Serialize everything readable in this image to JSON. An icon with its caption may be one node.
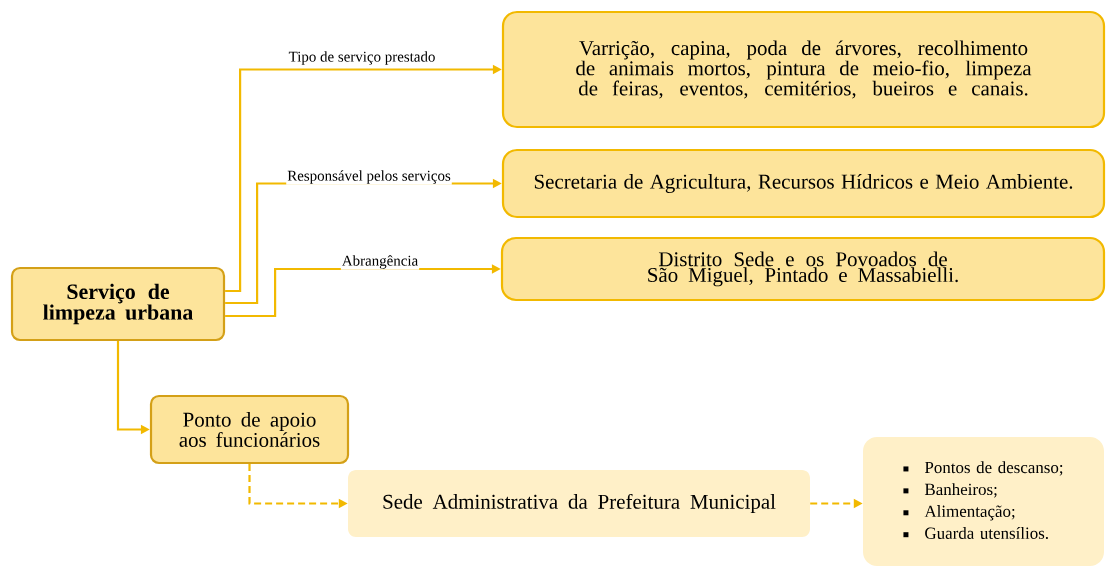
{
  "diagram": {
    "nodes": [
      {
        "text": [
          "Serviço de limpeza urbana"
        ]
      },
      {
        "text": [
          "Varrição, capina, poda de árvores, recolhimento de animais mortos, pintura de meio-fio, limpeza de feiras, eventos, cemitérios, bueiros e canais."
        ]
      },
      {
        "text": [
          "Secretaria de Agricultura, Recursos Hídricos e Meio Ambiente."
        ]
      },
      {
        "text": [
          "Distrito Sede e os Povoados de São Miguel, Pintado e Massabielli."
        ]
      },
      {
        "text": [
          "Ponto de apoio aos funcionários"
        ]
      },
      {
        "text": [
          "Sede Administrativa da Prefeitura Municipal"
        ]
      },
      {
        "text": [
          "Pontos de descanso;",
          "Banheiros;",
          "Alimentação;",
          "Guarda utensílios."
        ]
      }
    ],
    "edges": [
      {
        "from": 0,
        "to": 1,
        "arrow": "to",
        "label": "Tipo de serviço prestado"
      },
      {
        "from": 0,
        "to": 2,
        "arrow": "to",
        "label": "Responsável pelos serviços"
      },
      {
        "from": 0,
        "to": 3,
        "arrow": "to",
        "label": "Abrangência"
      },
      {
        "from": 0,
        "to": 4,
        "arrow": "to"
      },
      {
        "from": 4,
        "to": 5,
        "arrow": "to",
        "style": "dashed"
      },
      {
        "from": 5,
        "to": 6,
        "arrow": "to",
        "style": "dashed"
      }
    ]
  }
}
